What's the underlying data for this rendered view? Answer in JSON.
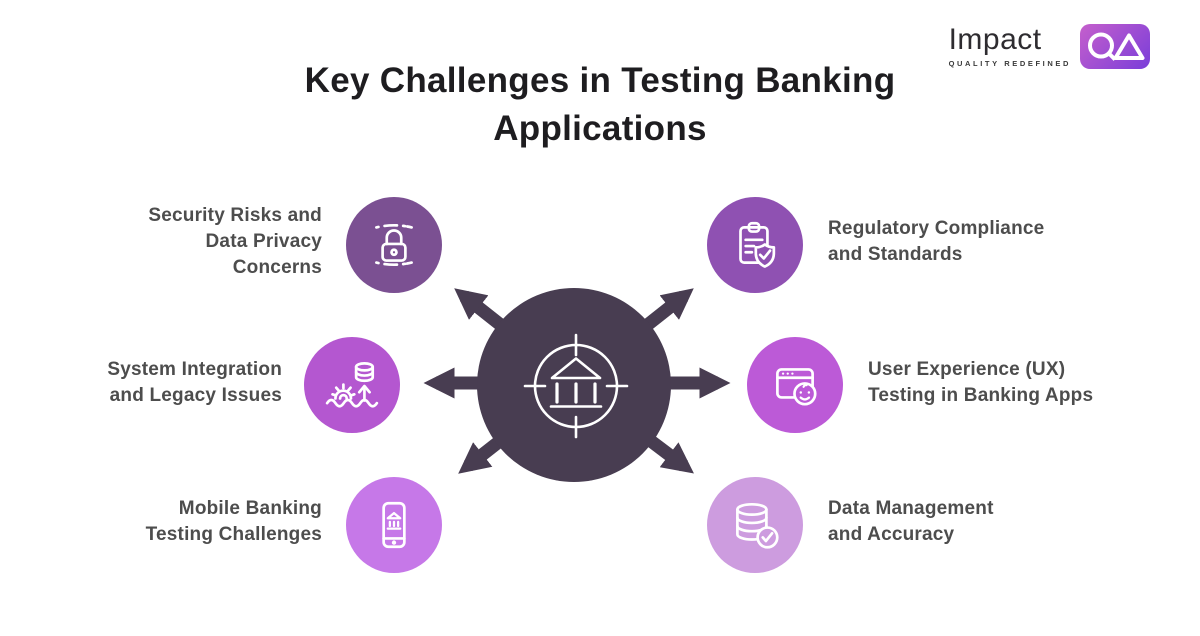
{
  "title": "Key Challenges in Testing Banking Applications",
  "logo": {
    "brand": "Impact",
    "tagline": "QUALITY REDEFINED",
    "badge_gradient": "linear-gradient(135deg,#c55fcc,#7a3ed9)"
  },
  "center": {
    "color": "#483D51",
    "icon": "bank-in-target"
  },
  "nodes": [
    {
      "id": "security",
      "label": "Security Risks and\nData Privacy\nConcerns",
      "color": "#7B5092",
      "icon": "padlock"
    },
    {
      "id": "integration",
      "label": "System Integration\nand Legacy Issues",
      "color": "#B457D0",
      "icon": "gear-database-migration"
    },
    {
      "id": "mobile",
      "label": "Mobile Banking\nTesting Challenges",
      "color": "#C678E8",
      "icon": "smartphone-bank"
    },
    {
      "id": "compliance",
      "label": "Regulatory Compliance\nand Standards",
      "color": "#8F51B2",
      "icon": "clipboard-shield-check"
    },
    {
      "id": "ux",
      "label": "User Experience (UX)\nTesting in Banking Apps",
      "color": "#BC5AD7",
      "icon": "browser-smiley"
    },
    {
      "id": "data",
      "label": "Data Management\nand Accuracy",
      "color": "#CD9CDF",
      "icon": "database-check"
    }
  ]
}
